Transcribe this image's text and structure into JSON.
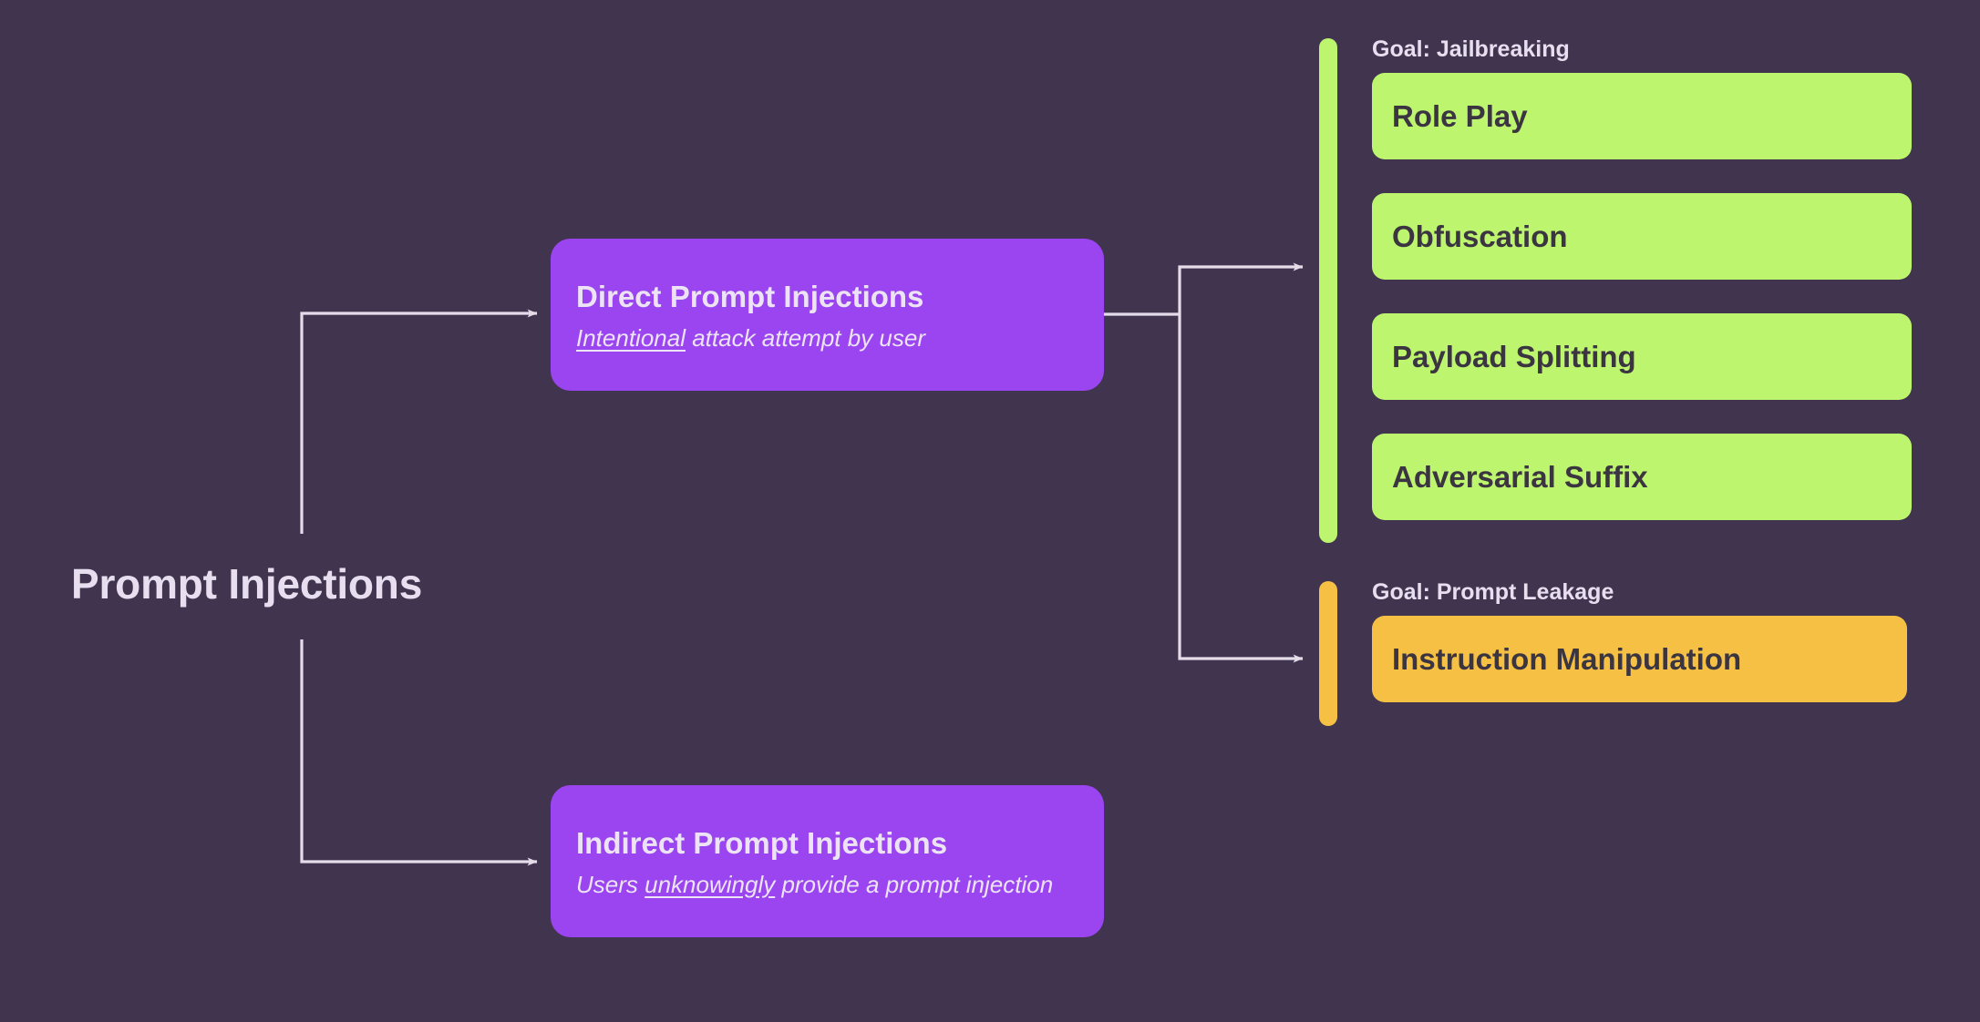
{
  "diagram": {
    "title": "Prompt Injections taxonomy",
    "background_color": "#41344f",
    "root": {
      "label": "Prompt Injections"
    },
    "branches": [
      {
        "id": "direct",
        "title": "Direct Prompt Injections",
        "subtitle_emphasis": "Intentional",
        "subtitle_rest": " attack attempt by user",
        "color": "#9b45f0"
      },
      {
        "id": "indirect",
        "title": "Indirect Prompt Injections",
        "subtitle_lead": "Users ",
        "subtitle_emphasis": "unknowingly",
        "subtitle_rest": " provide a prompt injection",
        "color": "#9b45f0"
      }
    ],
    "goal_groups": [
      {
        "id": "jailbreaking",
        "header": "Goal: Jailbreaking",
        "accent_color": "#bdf56e",
        "cards": [
          {
            "label": "Role Play"
          },
          {
            "label": "Obfuscation"
          },
          {
            "label": "Payload Splitting"
          },
          {
            "label": "Adversarial Suffix"
          }
        ]
      },
      {
        "id": "prompt-leakage",
        "header": "Goal: Prompt Leakage",
        "accent_color": "#f5c044",
        "cards": [
          {
            "label": "Instruction Manipulation"
          }
        ]
      }
    ],
    "edge_color": "#e4dce9",
    "text_colors": {
      "light": "#e7dff0",
      "dark": "#3b3541"
    }
  }
}
